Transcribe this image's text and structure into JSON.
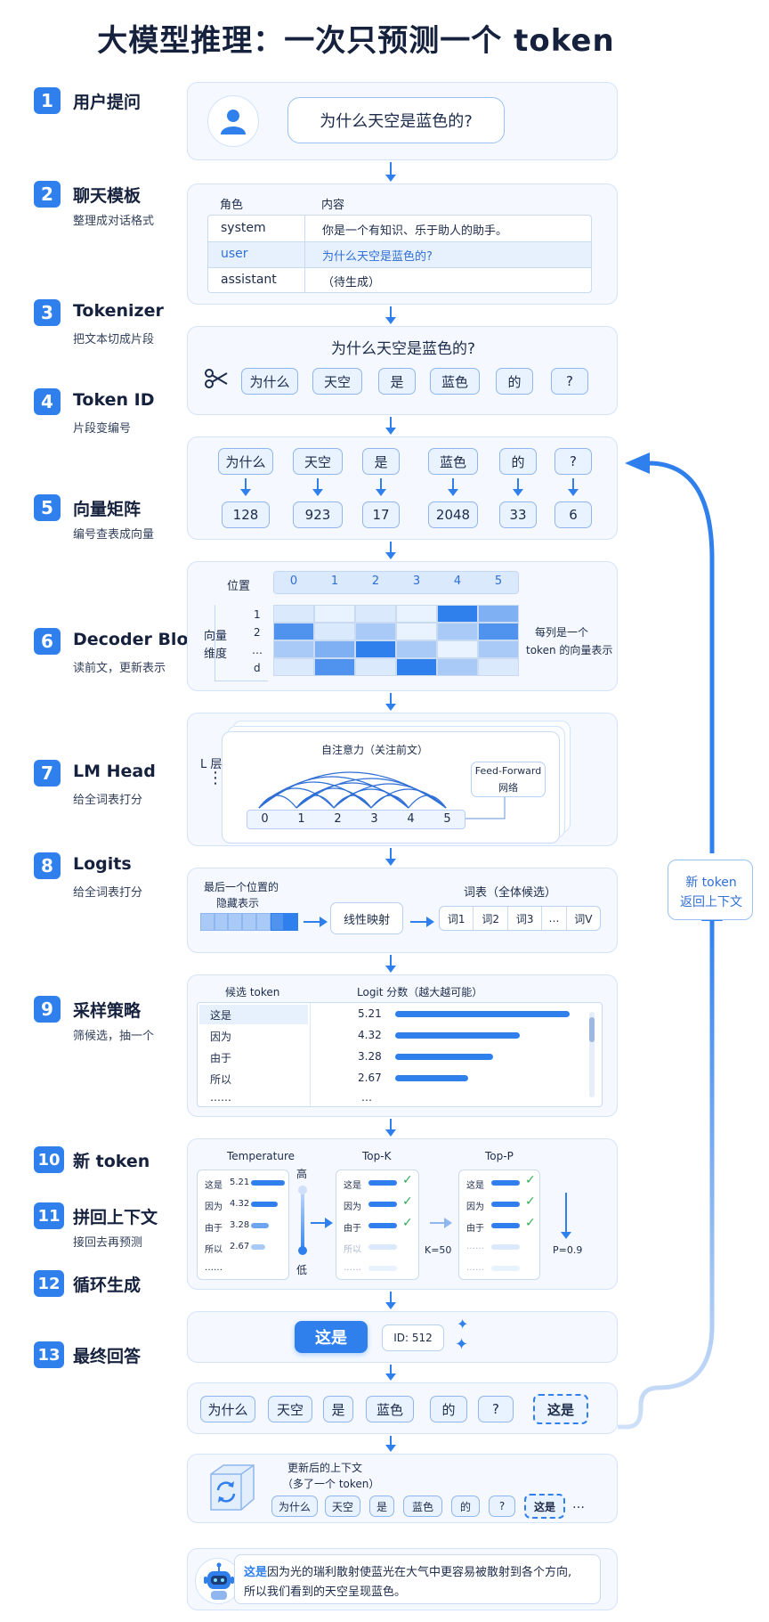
{
  "title": "大模型推理：一次只预测一个 token",
  "steps": [
    {
      "num": "1",
      "title": "用户提问",
      "sub": ""
    },
    {
      "num": "2",
      "title": "聊天模板",
      "sub": "整理成对话格式"
    },
    {
      "num": "3",
      "title": "Tokenizer",
      "sub": "把文本切成片段"
    },
    {
      "num": "4",
      "title": "Token ID",
      "sub": "片段变编号"
    },
    {
      "num": "5",
      "title": "向量矩阵",
      "sub": "编号查表成向量"
    },
    {
      "num": "6",
      "title": "Decoder Block",
      "sub": "读前文，更新表示"
    },
    {
      "num": "7",
      "title": "LM Head",
      "sub": "给全词表打分"
    },
    {
      "num": "8",
      "title": "Logits",
      "sub": "给全词表打分"
    },
    {
      "num": "9",
      "title": "采样策略",
      "sub": "筛候选，抽一个"
    },
    {
      "num": "10",
      "title": "新 token",
      "sub": ""
    },
    {
      "num": "11",
      "title": "拼回上下文",
      "sub": "接回去再预测"
    },
    {
      "num": "12",
      "title": "循环生成",
      "sub": ""
    },
    {
      "num": "13",
      "title": "最终回答",
      "sub": ""
    }
  ],
  "s1": {
    "question": "为什么天空是蓝色的?",
    "user_icon": "user-avatar-icon"
  },
  "s2": {
    "headers": [
      "角色",
      "内容"
    ],
    "rows": [
      [
        "system",
        "你是一个有知识、乐于助人的助手。"
      ],
      [
        "user",
        "为什么天空是蓝色的?"
      ],
      [
        "assistant",
        "（待生成）"
      ]
    ]
  },
  "s3": {
    "text": "为什么天空是蓝色的?",
    "tokens": [
      "为什么",
      "天空",
      "是",
      "蓝色",
      "的",
      "?"
    ],
    "icon": "scissors-icon"
  },
  "s4": {
    "tokens": [
      "为什么",
      "天空",
      "是",
      "蓝色",
      "的",
      "?"
    ],
    "ids": [
      "128",
      "923",
      "17",
      "2048",
      "33",
      "6"
    ]
  },
  "s5": {
    "pos_label": "位置",
    "positions": [
      "0",
      "1",
      "2",
      "3",
      "4",
      "5"
    ],
    "dim_label_1": "向量",
    "dim_label_2": "维度",
    "rows": [
      "1",
      "2",
      "…",
      "d"
    ],
    "note_1": "每列是一个",
    "note_2": "token 的向量表示"
  },
  "s6": {
    "layers": "L 层",
    "attn": "自注意力（关注前文）",
    "ff_1": "Feed-Forward",
    "ff_2": "网络",
    "positions": [
      "0",
      "1",
      "2",
      "3",
      "4",
      "5"
    ]
  },
  "s7": {
    "hidden_1": "最后一个位置的",
    "hidden_2": "隐藏表示",
    "proj": "线性映射",
    "vocab": "词表（全体候选）",
    "words": [
      "词1",
      "词2",
      "词3",
      "…",
      "词V"
    ]
  },
  "s8": {
    "col1": "候选 token",
    "col2": "Logit 分数（越大越可能）",
    "rows": [
      [
        "这是",
        "5.21"
      ],
      [
        "因为",
        "4.32"
      ],
      [
        "由于",
        "3.28"
      ],
      [
        "所以",
        "2.67"
      ],
      [
        "……",
        "…"
      ]
    ]
  },
  "s9": {
    "temp_title": "Temperature",
    "high": "高",
    "low": "低",
    "temp_rows": [
      [
        "这是",
        "5.21"
      ],
      [
        "因为",
        "4.32"
      ],
      [
        "由于",
        "3.28"
      ],
      [
        "所以",
        "2.67"
      ],
      [
        "……",
        ""
      ]
    ],
    "topk_title": "Top-K",
    "k_label": "K=50",
    "topk_rows": [
      "这是",
      "因为",
      "由于",
      "所以",
      "……"
    ],
    "topp_title": "Top-P",
    "p_label": "P=0.9",
    "topp_rows": [
      "这是",
      "因为",
      "由于",
      "……",
      "……"
    ]
  },
  "s10": {
    "token": "这是",
    "id": "ID:  512"
  },
  "s11": {
    "tokens": [
      "为什么",
      "天空",
      "是",
      "蓝色",
      "的",
      "?"
    ],
    "new": "这是"
  },
  "s12": {
    "label_1": "更新后的上下文",
    "label_2": "（多了一个 token）",
    "tokens": [
      "为什么",
      "天空",
      "是",
      "蓝色",
      "的",
      "?"
    ],
    "new": "这是",
    "more": "…"
  },
  "s13": {
    "hl": "这是",
    "rest_1": "因为光的瑞利散射使蓝光在大气中更容易被散射到各个方向,",
    "rest_2": "所以我们看到的天空呈现蓝色。"
  },
  "loop": {
    "line1": "新 token",
    "line2": "返回上下文"
  },
  "colors": {
    "accent": "#2f80ed",
    "card_bg": "#f5f9ff",
    "card_border": "#d3e3fb",
    "check": "#33aa55"
  }
}
